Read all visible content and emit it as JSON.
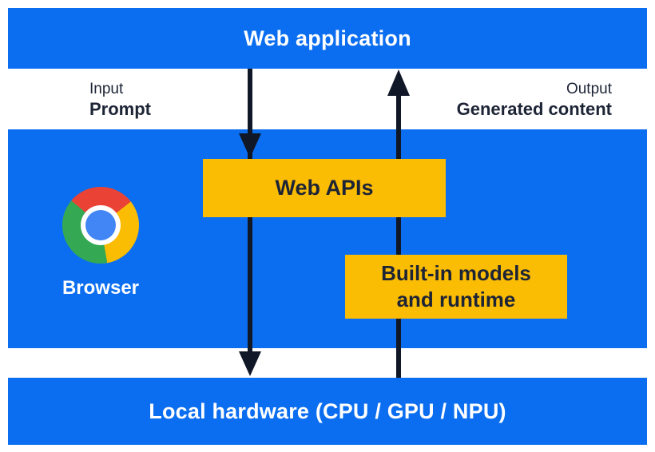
{
  "colors": {
    "band_blue": "#0b6ef0",
    "box_yellow": "#fbbc04",
    "text_navy": "#1d2436",
    "arrow_navy": "#101828",
    "chrome_red": "#ea4335",
    "chrome_yellow": "#fbbc04",
    "chrome_green": "#34a853",
    "chrome_center_blue": "#4285f4",
    "background": "#ffffff"
  },
  "diagram": {
    "web_application_label": "Web application",
    "input": {
      "caption": "Input",
      "value": "Prompt"
    },
    "output": {
      "caption": "Output",
      "value": "Generated content"
    },
    "browser": {
      "label": "Browser",
      "icon": "chrome-logo"
    },
    "boxes": {
      "web_apis": "Web APIs",
      "builtin_line1": "Built-in models",
      "builtin_line2": "and runtime"
    },
    "local_hardware_label": "Local hardware (CPU / GPU / NPU)",
    "arrows": [
      {
        "name": "prompt-flow",
        "direction": "down",
        "from": "Web application",
        "through": "Web APIs",
        "to": "Local hardware (CPU / GPU / NPU)"
      },
      {
        "name": "generated-content-flow",
        "direction": "up",
        "from": "Local hardware (CPU / GPU / NPU)",
        "through": "Built-in models and runtime",
        "to": "Web application"
      }
    ]
  }
}
